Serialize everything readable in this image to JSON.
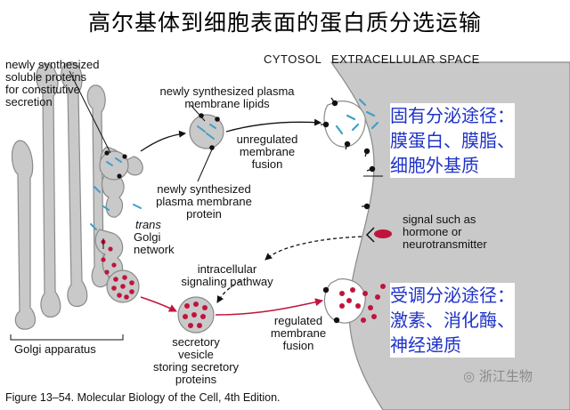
{
  "title": "高尔基体到细胞表面的蛋白质分选运输",
  "labels": {
    "newly_synth_soluble": "newly synthesized\nsoluble proteins\nfor constitutive\nsecretion",
    "newly_synth_lipids": "newly synthesized plasma\nmembrane lipids",
    "cytosol": "CYTOSOL",
    "extracellular": "EXTRACELLULAR SPACE",
    "unregulated": "unregulated\nmembrane\nfusion",
    "newly_synth_protein": "newly synthesized\nplasma membrane\nprotein",
    "signal": "signal such as\nhormone or\nneurotransmitter",
    "trans_golgi_italic": "trans",
    "trans_golgi_rest": "Golgi\nnetwork",
    "intracellular": "intracellular\nsignaling pathway",
    "golgi_apparatus": "Golgi apparatus",
    "secretory_vesicle": "secretory\nvesicle\nstoring secretory\nproteins",
    "regulated": "regulated\nmembrane\nfusion"
  },
  "annotations": {
    "constitutive": "固有分泌途径：\n膜蛋白、膜脂、\n细胞外基质",
    "regulated": "受调分泌途径：\n激素、消化酶、\n神经递质"
  },
  "caption": "Figure 13–54. Molecular Biology of the Cell, 4th Edition.",
  "watermark": "浙江生物",
  "colors": {
    "membrane": "#c9c9c9",
    "membrane_edge": "#8a8a8a",
    "lipid": "#3fa0c8",
    "secretory": "#c0143c",
    "protein_dot": "#111111",
    "annotation_text": "#1e32c8"
  },
  "icons": {
    "watermark_icon": "wechat-icon"
  }
}
